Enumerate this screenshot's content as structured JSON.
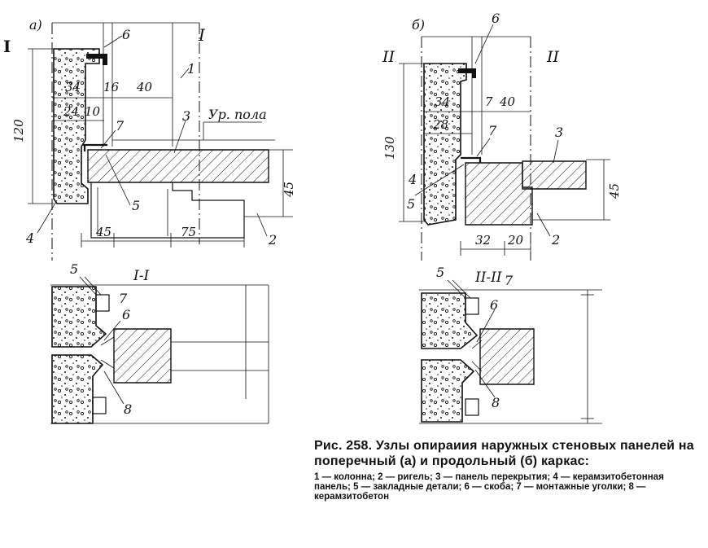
{
  "figure": {
    "left": {
      "panel_letter": "а)",
      "section_mark_left": "I",
      "section_mark_right": "I",
      "section_title": "I-I",
      "floor_label": "Ур. пола",
      "dims": {
        "d120": "120",
        "d34": "34",
        "d16": "16",
        "d40": "40",
        "d24": "24",
        "d10": "10",
        "d45v": "45",
        "d45h": "45",
        "d75": "75"
      },
      "callouts": {
        "c1": "1",
        "c2": "2",
        "c3": "3",
        "c4": "4",
        "c5": "5",
        "c6": "6",
        "c7": "7",
        "c5b": "5",
        "c7b": "7",
        "c6b": "6",
        "c8": "8"
      }
    },
    "right": {
      "panel_letter": "б)",
      "section_mark_left": "II",
      "section_mark_right": "II",
      "section_title": "II-II",
      "dims": {
        "d130": "130",
        "d34": "34",
        "d7": "7",
        "d40": "40",
        "d28": "28",
        "d45": "45",
        "d32": "32",
        "d20": "20"
      },
      "callouts": {
        "c6": "6",
        "c7": "7",
        "c3": "3",
        "c4": "4",
        "c5": "5",
        "c2": "2",
        "c5b": "5",
        "c7b": "7",
        "c6b": "6",
        "c8": "8"
      }
    }
  },
  "caption": {
    "title": "Рис. 258. Узлы опираиия наружных стеновых панелей на поперечный (а) и продольный (б) каркас:",
    "legend": "1 — колонна; 2 — ригель; 3 — панель перекрытия; 4 — керамзитобетонная панель; 5 — закладные детали; 6 — скоба; 7 — монтажные уголки; 8 — керамзитобетон"
  }
}
